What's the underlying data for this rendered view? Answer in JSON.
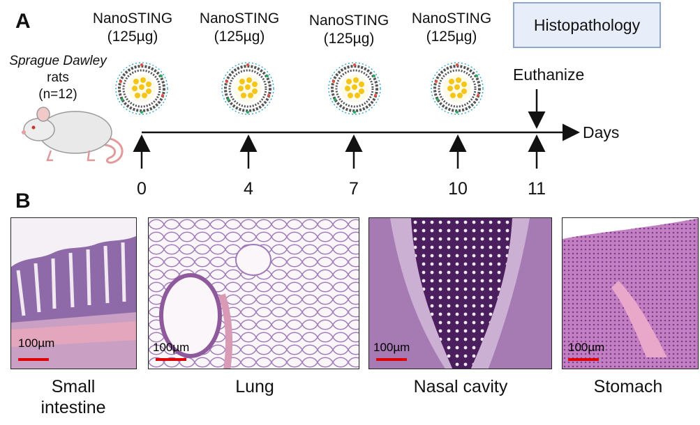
{
  "panel_a": {
    "letter": "A",
    "rat": {
      "line1": "Sprague Dawley",
      "line2": "rats",
      "line3": "(n=12)"
    },
    "doses": [
      {
        "name": "NanoSTING",
        "amount": "(125µg)"
      },
      {
        "name": "NanoSTING",
        "amount": "(125µg)"
      },
      {
        "name": "NanoSTING",
        "amount": "(125µg)"
      },
      {
        "name": "NanoSTING",
        "amount": "(125µg)"
      }
    ],
    "histopathology": "Histopathology",
    "euthanize": "Euthanize",
    "axis_label": "Days",
    "days": [
      "0",
      "4",
      "7",
      "10",
      "11"
    ]
  },
  "panel_b": {
    "letter": "B",
    "tissues": [
      {
        "name_line1": "Small",
        "name_line2": "intestine",
        "scale": "100µm"
      },
      {
        "name_line1": "Lung",
        "name_line2": "",
        "scale": "100µm"
      },
      {
        "name_line1": "Nasal cavity",
        "name_line2": "",
        "scale": "100µm"
      },
      {
        "name_line1": "Stomach",
        "name_line2": "",
        "scale": "100µm"
      }
    ]
  },
  "colors": {
    "scale_bar": "#e00000",
    "box_fill": "#e7eef9",
    "box_border": "#8fa6c8",
    "particle_core": "#f5c518"
  }
}
